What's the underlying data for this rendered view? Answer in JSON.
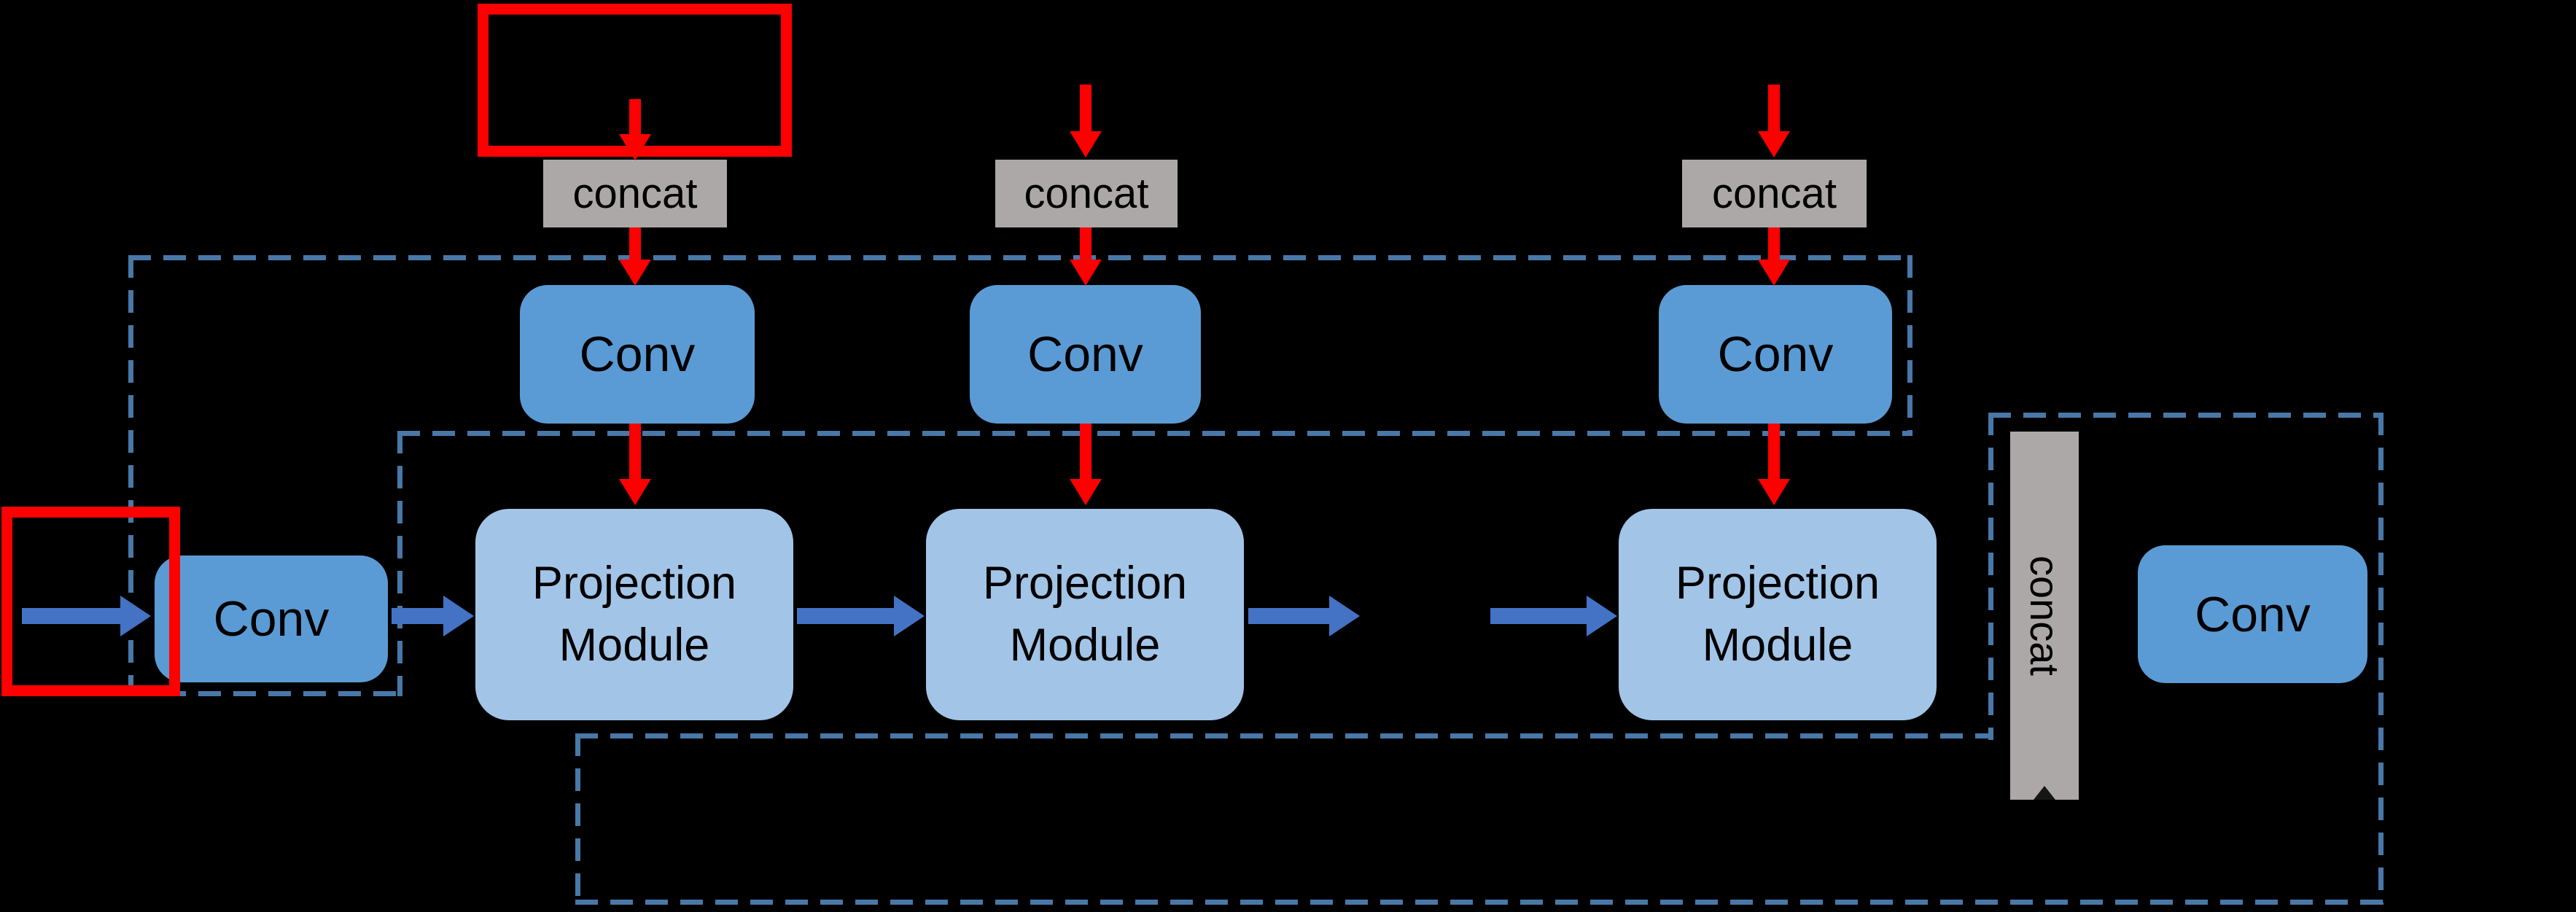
{
  "diagram": {
    "type": "neural-network-architecture-figure",
    "background": "#000000",
    "colors": {
      "red_outline": "#FE0000",
      "conv_box_blue": "#5B9BD5",
      "projection_module_blue": "#A2C4E7",
      "concat_gray": "#ACA8A8",
      "blue_arrow": "#4472C4",
      "red_arrow": "#FE0000",
      "dashed_edge": "#4878A8",
      "text": "#000000"
    },
    "concat_row": {
      "items": [
        {
          "label": "concat"
        },
        {
          "label": "concat"
        },
        {
          "label": "concat"
        }
      ]
    },
    "top_conv_row": {
      "items": [
        {
          "label": "Conv"
        },
        {
          "label": "Conv"
        },
        {
          "label": "Conv"
        }
      ]
    },
    "backbone_row": {
      "first_conv": {
        "label": "Conv"
      },
      "projection_modules": [
        {
          "line1": "Projection",
          "line2": "Module"
        },
        {
          "line1": "Projection",
          "line2": "Module"
        },
        {
          "line1": "Projection",
          "line2": "Module"
        }
      ]
    },
    "output_block": {
      "concat_bar": {
        "label": "concat"
      },
      "conv": {
        "label": "Conv"
      }
    }
  }
}
